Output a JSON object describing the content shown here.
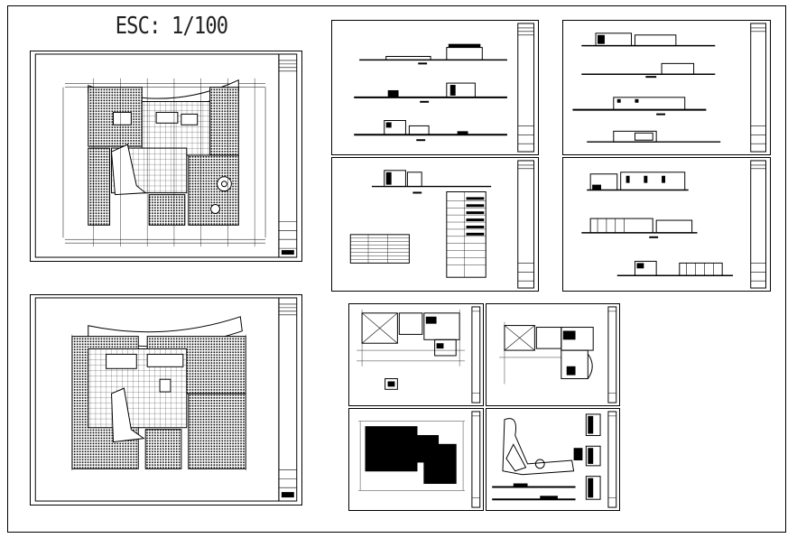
{
  "drawing": {
    "scale_label": "ESC: 1/100",
    "sheets": [
      {
        "name": "site-plan-upper"
      },
      {
        "name": "site-plan-lower"
      },
      {
        "name": "elevations-set-a"
      },
      {
        "name": "elevation-with-tables"
      },
      {
        "name": "elevations-set-b"
      },
      {
        "name": "elevations-set-c"
      },
      {
        "name": "floor-plan-detail-a"
      },
      {
        "name": "floor-plan-detail-b"
      },
      {
        "name": "roof-plan"
      },
      {
        "name": "curved-plan-with-sections"
      }
    ]
  }
}
